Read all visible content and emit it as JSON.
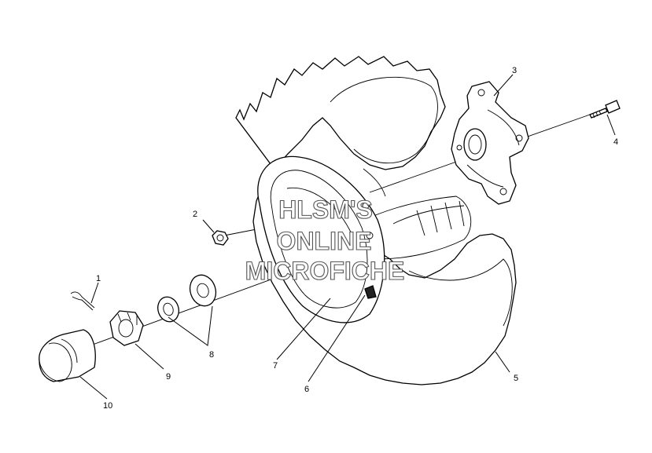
{
  "callouts": [
    {
      "id": "1",
      "part": "cotter-pin"
    },
    {
      "id": "2",
      "part": "lug-nut"
    },
    {
      "id": "3",
      "part": "hub"
    },
    {
      "id": "4",
      "part": "bolt"
    },
    {
      "id": "5",
      "part": "tire"
    },
    {
      "id": "6",
      "part": "valve-stem"
    },
    {
      "id": "7",
      "part": "rim"
    },
    {
      "id": "8",
      "part": "washers"
    },
    {
      "id": "9",
      "part": "axle-nut"
    },
    {
      "id": "10",
      "part": "dust-cap"
    }
  ],
  "watermark": {
    "line1": "HLSM'S",
    "line2": "ONLINE",
    "line3": "MICROFICHE"
  }
}
